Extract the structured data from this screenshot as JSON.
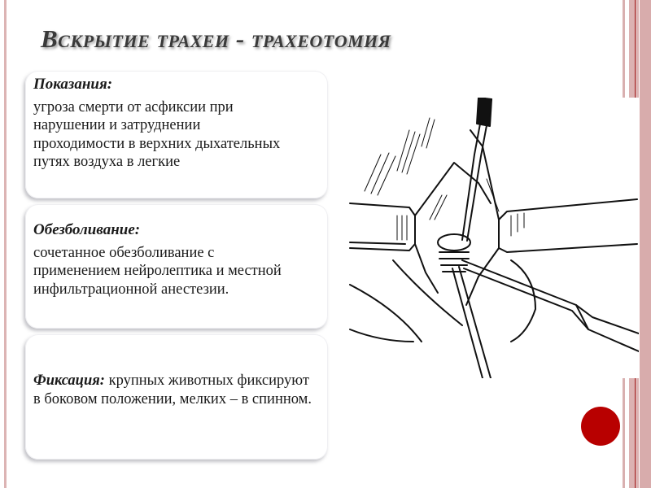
{
  "slide": {
    "title": "Вскрытие трахеи - трахеотомия",
    "accent_color": "#b80000",
    "frame_color": "#dcb2b2"
  },
  "boxes": [
    {
      "heading": "Показания:",
      "text": "угроза смерти от асфиксии при нарушении и затруднении проходимости в верхних дыхательных путях воздуха в легкие"
    },
    {
      "heading": "Обезболивание:",
      "text": "сочетанное обезболивание с применением нейролептика и местной инфильтрационной анестезии."
    },
    {
      "heading": "Фиксация:",
      "text": "крупных животных фиксируют в боковом положении, мелких – в спинном."
    }
  ],
  "illustration": {
    "icon": "tracheotomy-surgical-drawing-icon",
    "description": "Line drawing of tracheotomy: retracted neck tissues, hook and scalpel incising the trachea"
  },
  "decoration": {
    "icon": "red-circle-icon"
  }
}
